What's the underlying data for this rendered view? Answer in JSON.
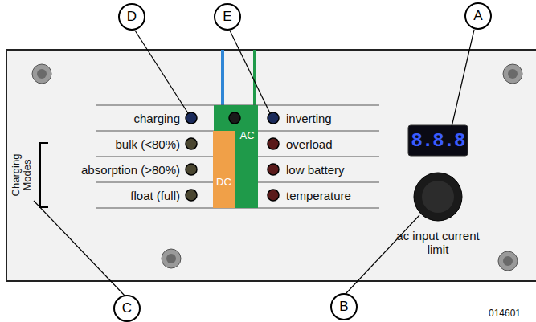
{
  "diagram": {
    "nodes": [
      {
        "text": [
          "D"
        ]
      },
      {
        "text": [
          "E"
        ]
      },
      {
        "text": [
          "A"
        ]
      },
      {
        "text": [
          "AC"
        ]
      },
      {
        "text": [
          "DC"
        ]
      },
      {
        "text": [
          "C"
        ]
      },
      {
        "text": [
          "B"
        ]
      }
    ],
    "labels": [
      "charging",
      "inverting",
      "bulk (<80%)",
      "overload",
      "absorption (>80%)",
      "low battery",
      "float (full)",
      "temperature",
      "8.8.8",
      "ac input current limit",
      "Charging Modes",
      "014601"
    ]
  }
}
